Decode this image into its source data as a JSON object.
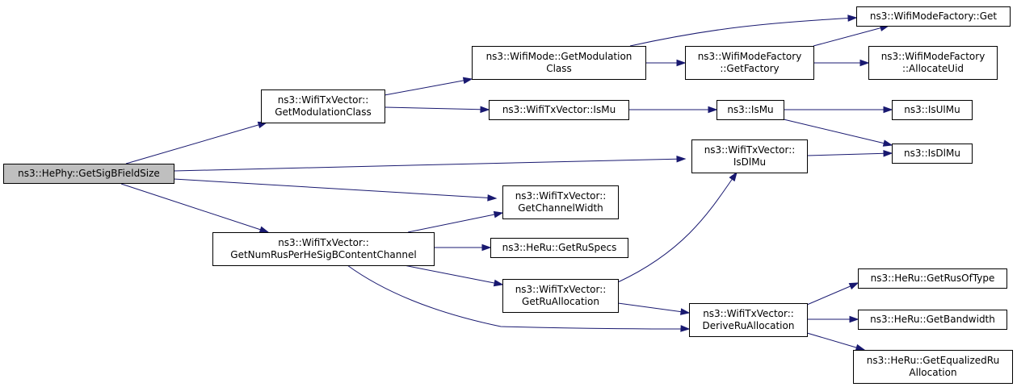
{
  "graph": {
    "root": "n0",
    "nodes": [
      {
        "id": "n0",
        "lines": [
          "ns3::HePhy::GetSigBFieldSize"
        ]
      },
      {
        "id": "n1",
        "lines": [
          "ns3::WifiTxVector::",
          "GetModulationClass"
        ]
      },
      {
        "id": "n2",
        "lines": [
          "ns3::WifiTxVector::",
          "IsDlMu"
        ]
      },
      {
        "id": "n3",
        "lines": [
          "ns3::WifiTxVector::",
          "GetChannelWidth"
        ]
      },
      {
        "id": "n4",
        "lines": [
          "ns3::WifiTxVector::",
          "GetNumRusPerHeSigBContentChannel"
        ]
      },
      {
        "id": "n5",
        "lines": [
          "ns3::WifiMode::GetModulation",
          "Class"
        ]
      },
      {
        "id": "n6",
        "lines": [
          "ns3::WifiTxVector::IsMu"
        ]
      },
      {
        "id": "n7",
        "lines": [
          "ns3::HeRu::GetRuSpecs"
        ]
      },
      {
        "id": "n8",
        "lines": [
          "ns3::WifiTxVector::",
          "GetRuAllocation"
        ]
      },
      {
        "id": "n9",
        "lines": [
          "ns3::WifiTxVector::",
          "DeriveRuAllocation"
        ]
      },
      {
        "id": "n10",
        "lines": [
          "ns3::WifiModeFactory",
          "::GetFactory"
        ]
      },
      {
        "id": "n11",
        "lines": [
          "ns3::IsMu"
        ]
      },
      {
        "id": "n12",
        "lines": [
          "ns3::WifiModeFactory::Get"
        ]
      },
      {
        "id": "n13",
        "lines": [
          "ns3::WifiModeFactory",
          "::AllocateUid"
        ]
      },
      {
        "id": "n14",
        "lines": [
          "ns3::IsUlMu"
        ]
      },
      {
        "id": "n15",
        "lines": [
          "ns3::IsDlMu"
        ]
      },
      {
        "id": "n16",
        "lines": [
          "ns3::HeRu::GetRusOfType"
        ]
      },
      {
        "id": "n17",
        "lines": [
          "ns3::HeRu::GetBandwidth"
        ]
      },
      {
        "id": "n18",
        "lines": [
          "ns3::HeRu::GetEqualizedRu",
          "Allocation"
        ]
      }
    ],
    "edges": [
      {
        "from": "n0",
        "to": "n1"
      },
      {
        "from": "n0",
        "to": "n2"
      },
      {
        "from": "n0",
        "to": "n3"
      },
      {
        "from": "n0",
        "to": "n4"
      },
      {
        "from": "n1",
        "to": "n5"
      },
      {
        "from": "n1",
        "to": "n6"
      },
      {
        "from": "n5",
        "to": "n10"
      },
      {
        "from": "n5",
        "to": "n12"
      },
      {
        "from": "n10",
        "to": "n12"
      },
      {
        "from": "n10",
        "to": "n13"
      },
      {
        "from": "n6",
        "to": "n11"
      },
      {
        "from": "n11",
        "to": "n14"
      },
      {
        "from": "n11",
        "to": "n15"
      },
      {
        "from": "n2",
        "to": "n15"
      },
      {
        "from": "n4",
        "to": "n3"
      },
      {
        "from": "n4",
        "to": "n7"
      },
      {
        "from": "n4",
        "to": "n8"
      },
      {
        "from": "n4",
        "to": "n9"
      },
      {
        "from": "n8",
        "to": "n2"
      },
      {
        "from": "n8",
        "to": "n9"
      },
      {
        "from": "n9",
        "to": "n16"
      },
      {
        "from": "n9",
        "to": "n17"
      },
      {
        "from": "n9",
        "to": "n18"
      }
    ],
    "colors": {
      "edge": "#191970",
      "root_fill": "#bfbfbf",
      "node_fill": "#ffffff",
      "node_stroke": "#000000"
    }
  }
}
